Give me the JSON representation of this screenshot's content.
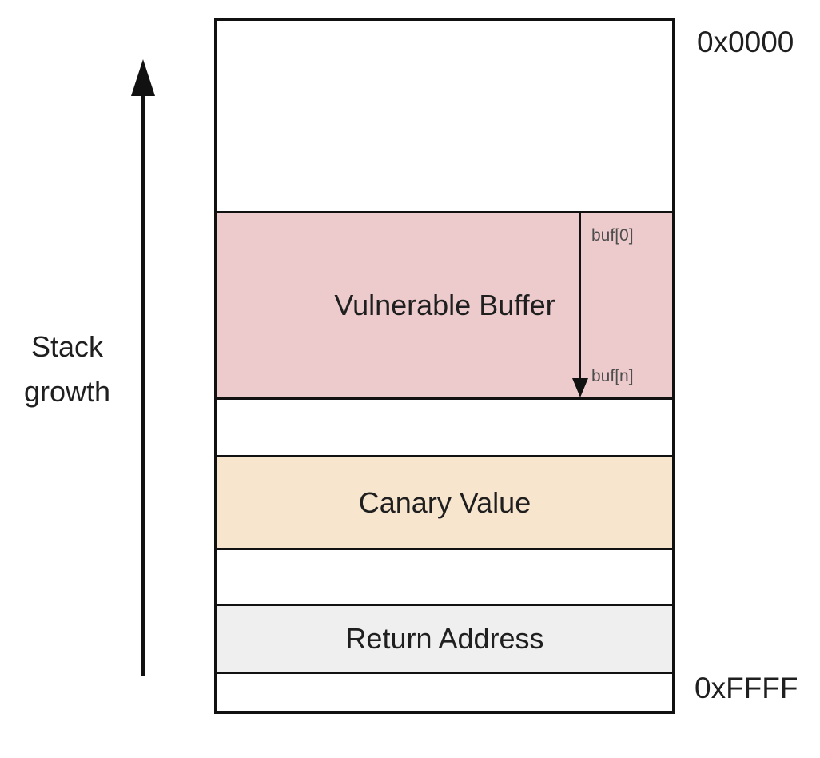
{
  "diagram": {
    "address_top": "0x0000",
    "address_bottom": "0xFFFF",
    "stack_growth_lines": [
      "Stack",
      "growth"
    ],
    "buffer_arrow": {
      "start_label": "buf[0]",
      "end_label": "buf[n]"
    },
    "regions": [
      {
        "id": "free-top",
        "label": ""
      },
      {
        "id": "vulnerable-buffer",
        "label": "Vulnerable Buffer",
        "fill": "#edcbcc"
      },
      {
        "id": "gap-1",
        "label": ""
      },
      {
        "id": "canary-value",
        "label": "Canary Value",
        "fill": "#f8e5cd"
      },
      {
        "id": "gap-2",
        "label": ""
      },
      {
        "id": "return-address",
        "label": "Return Address",
        "fill": "#efefef"
      },
      {
        "id": "free-bottom",
        "label": ""
      }
    ],
    "colors": {
      "border": "#111111",
      "arrow": "#111111",
      "label_text": "#1f1f1f",
      "buf_label_text": "#4d4d4d",
      "background": "#ffffff"
    }
  }
}
